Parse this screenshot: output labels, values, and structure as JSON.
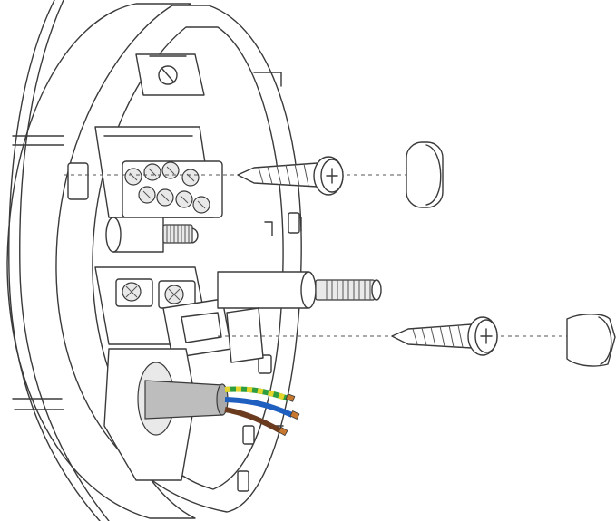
{
  "diagram": {
    "parts": [
      {
        "id": "back-plate",
        "icon": "circular-mounting-base"
      },
      {
        "id": "terminal-block-upper",
        "icon": "screw-terminal-block"
      },
      {
        "id": "terminal-block-lower",
        "icon": "screw-terminal-block"
      },
      {
        "id": "upper-screw",
        "icon": "phillips-screw"
      },
      {
        "id": "lower-screw",
        "icon": "phillips-screw"
      },
      {
        "id": "upper-cap",
        "icon": "screw-cover-cap"
      },
      {
        "id": "lower-cap",
        "icon": "screw-cover-cap"
      },
      {
        "id": "threaded-post-left",
        "icon": "threaded-post"
      },
      {
        "id": "threaded-post-right",
        "icon": "threaded-post"
      },
      {
        "id": "cable",
        "icon": "multi-core-cable"
      }
    ],
    "colors": {
      "line": "#3a3a3a",
      "cable_sheath": "#bdbdbd",
      "wire_green_yellow_a": "#2e9e3e",
      "wire_green_yellow_b": "#e5d52a",
      "wire_blue": "#1f5fbf",
      "wire_brown": "#6b3b1f",
      "copper": "#c8772f"
    }
  }
}
